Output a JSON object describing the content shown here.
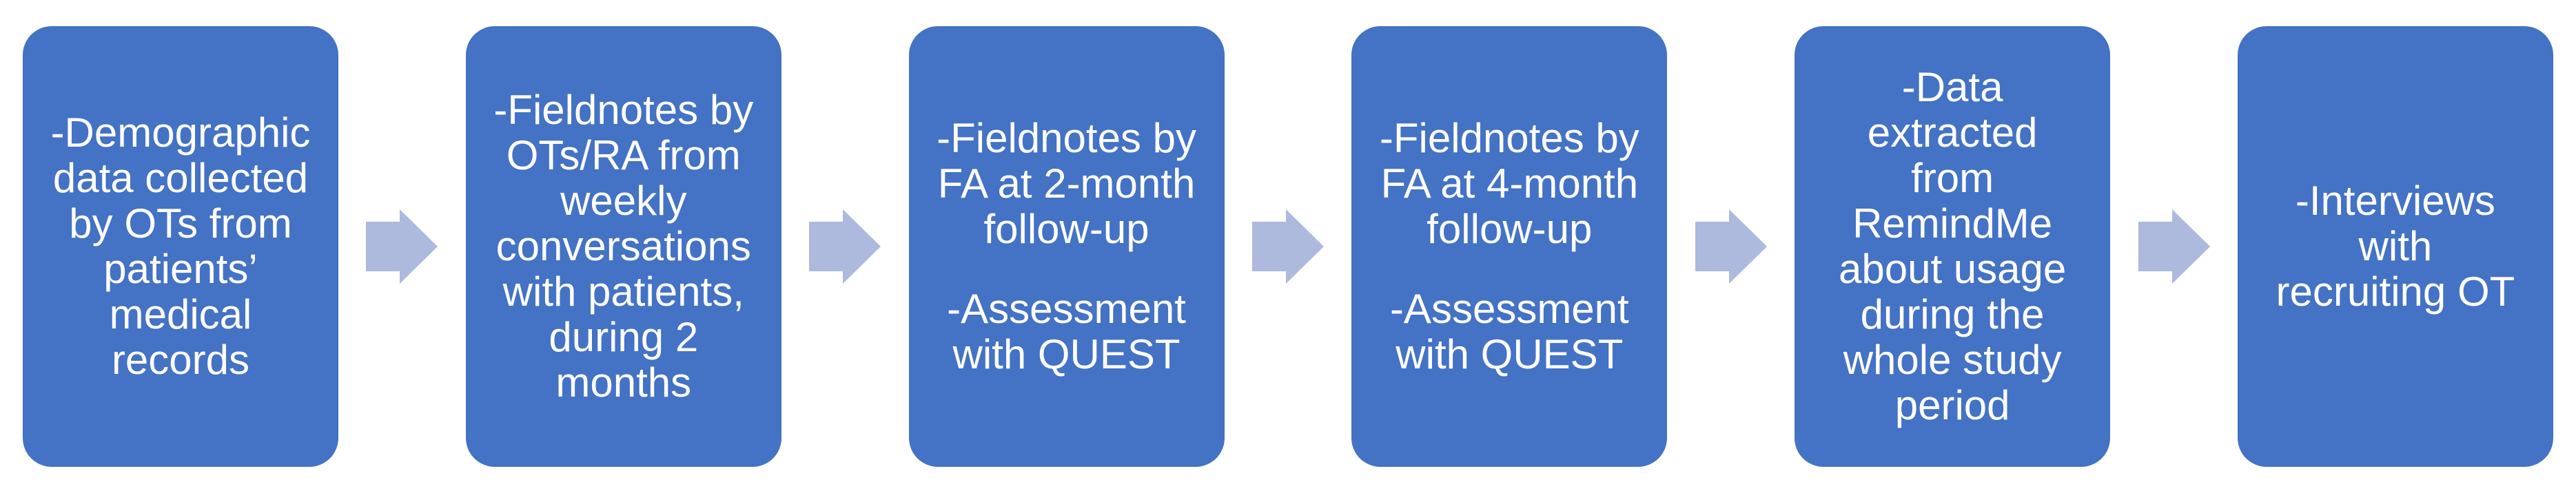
{
  "diagram": {
    "type": "process-flow",
    "background_color": "#ffffff",
    "step_fill_color": "#4472c4",
    "step_text_color": "#ffffff",
    "arrow_fill_color": "#adb9dd",
    "steps": [
      {
        "paragraphs": [
          "-Demographic\ndata collected\nby OTs from\npatients’\nmedical\nrecords"
        ]
      },
      {
        "paragraphs": [
          "-Fieldnotes by\nOTs/RA from\nweekly\nconversations\nwith patients,\nduring 2\nmonths"
        ]
      },
      {
        "paragraphs": [
          "-Fieldnotes by\nFA at 2-month\nfollow-up",
          "-Assessment\nwith QUEST"
        ]
      },
      {
        "paragraphs": [
          "-Fieldnotes by\nFA at 4-month\nfollow-up",
          "-Assessment\nwith QUEST"
        ]
      },
      {
        "paragraphs": [
          "-Data\nextracted\nfrom\nRemindMe\nabout usage\nduring the\nwhole study\nperiod"
        ]
      },
      {
        "paragraphs": [
          "-Interviews\nwith\nrecruiting OT"
        ]
      }
    ]
  }
}
